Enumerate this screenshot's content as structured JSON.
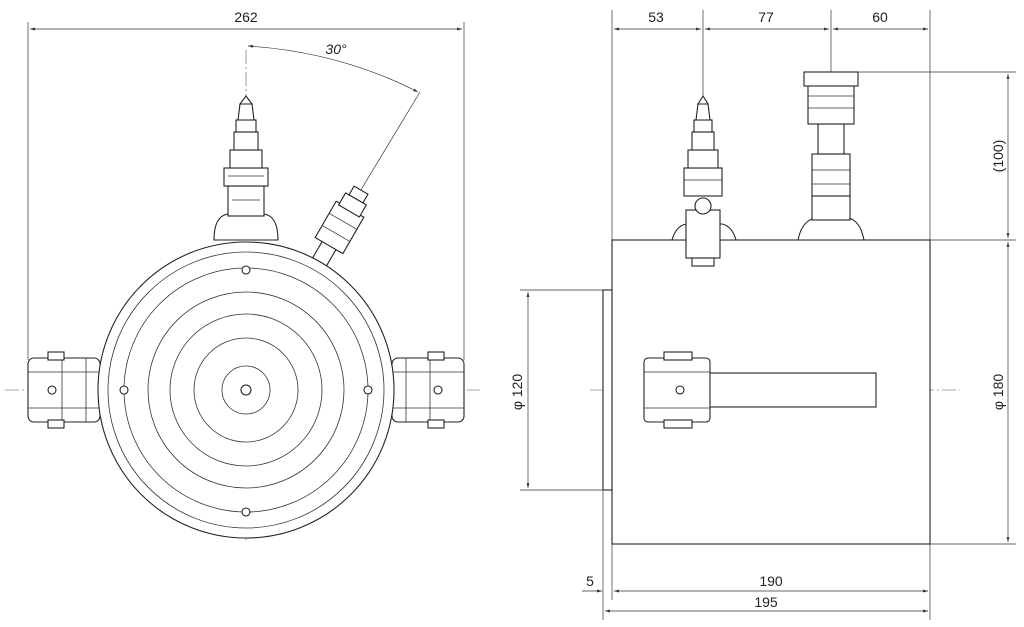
{
  "dimensions": {
    "front_width": "262",
    "angle": "30°",
    "side_top_1": "53",
    "side_top_2": "77",
    "side_top_3": "60",
    "side_height_fitting": "(100)",
    "side_diameter_outer": "φ 180",
    "side_diameter_inner": "φ 120",
    "side_flange": "5",
    "side_length_body": "190",
    "side_length_total": "195"
  }
}
